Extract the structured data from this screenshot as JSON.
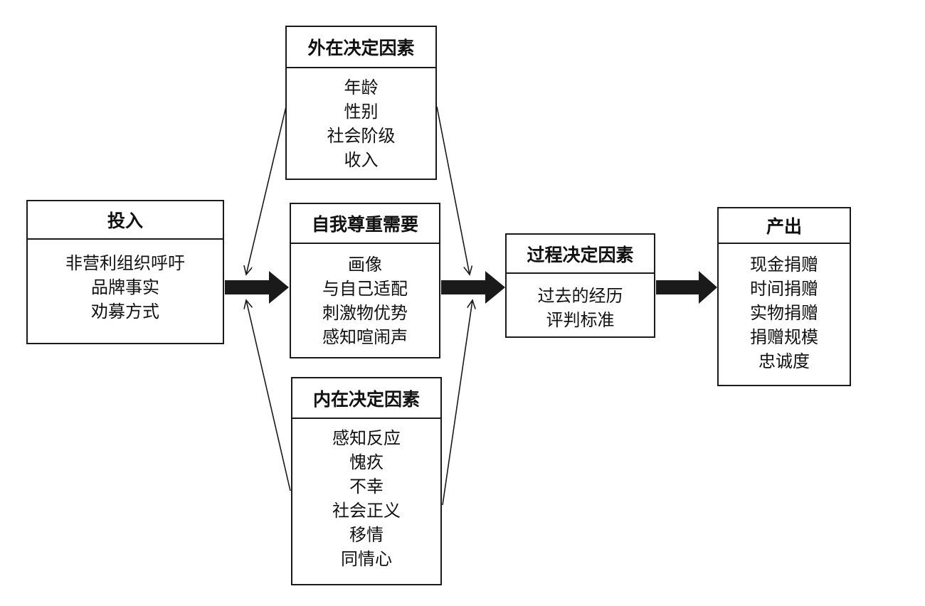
{
  "diagram": {
    "input": {
      "title": "投入",
      "items": [
        "非营利组织呼吁",
        "品牌事实",
        "劝募方式"
      ]
    },
    "external": {
      "title": "外在决定因素",
      "items": [
        "年龄",
        "性别",
        "社会阶级",
        "收入"
      ]
    },
    "self_esteem": {
      "title": "自我尊重需要",
      "items": [
        "画像",
        "与自己适配",
        "刺激物优势",
        "感知喧闹声"
      ]
    },
    "internal": {
      "title": "内在决定因素",
      "items": [
        "感知反应",
        "愧疚",
        "不幸",
        "社会正义",
        "移情",
        "同情心"
      ]
    },
    "process": {
      "title": "过程决定因素",
      "items": [
        "过去的经历",
        "评判标准"
      ]
    },
    "output": {
      "title": "产出",
      "items": [
        "现金捐赠",
        "时间捐赠",
        "实物捐赠",
        "捐赠规模",
        "忠诚度"
      ]
    }
  }
}
